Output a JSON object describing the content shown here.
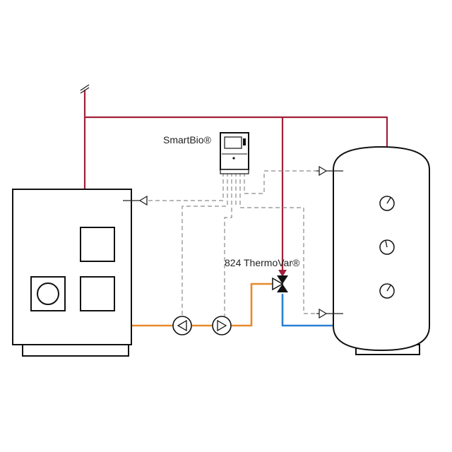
{
  "labels": {
    "controller": "SmartBio®",
    "valve": "824 ThermoVar®"
  },
  "colors": {
    "supply_line": "#a3203a",
    "warm_return": "#e8892c",
    "cold_return": "#2b7fd4",
    "signal_line": "#8a8a8a",
    "outline": "#111111"
  },
  "components": {
    "boiler": "boiler",
    "storage_tank": "buffer-tank",
    "controller": "controller",
    "pumps": [
      "circulation-pump",
      "circulation-pump"
    ],
    "valve": "three-way-valve",
    "thermometers": [
      "thermometer-icon",
      "thermometer-icon",
      "thermometer-icon"
    ],
    "sensors": [
      "temperature-sensor-icon",
      "temperature-sensor-icon",
      "temperature-sensor-icon"
    ]
  }
}
